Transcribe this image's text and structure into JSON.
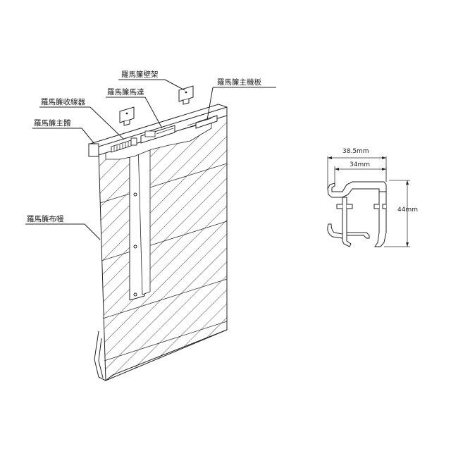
{
  "callouts": {
    "wall_bracket": "羅馬簾壁架",
    "motor": "羅馬簾馬達",
    "main_board": "羅馬簾主機板",
    "cord_collector": "羅馬簾收線器",
    "main_body": "羅馬簾主體",
    "fabric": "羅馬簾布幔"
  },
  "profile_dimensions": {
    "outer_width": "38.5mm",
    "inner_width": "34mm",
    "height": "44mm"
  },
  "colors": {
    "line": "#222222",
    "hatch": "#444444",
    "background": "#ffffff"
  }
}
